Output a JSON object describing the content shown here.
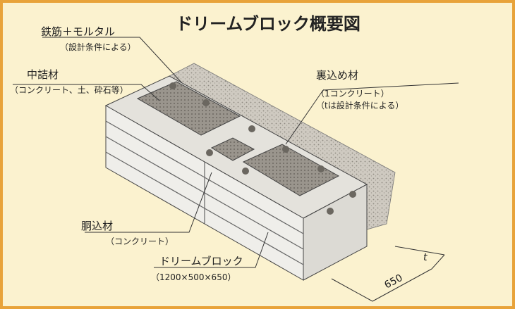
{
  "title": "ドリームブロック概要図",
  "labels": {
    "rebar": {
      "name": "鉄筋＋モルタル",
      "note": "（設計条件による）"
    },
    "infill": {
      "name": "中詰材",
      "note": "（コンクリート、土、砕石等）"
    },
    "backfill": {
      "name": "裏込め材",
      "note": "（1コンクリート）",
      "note2": "（tは設計条件による）"
    },
    "core": {
      "name": "胴込材",
      "note": "（コンクリート）"
    },
    "block": {
      "name": "ドリームブロック",
      "note": "（1200×500×650）"
    }
  },
  "dimensions": {
    "depth": "650",
    "thickness": "t"
  },
  "colors": {
    "background": "#fbf2cf",
    "frame": "#e8a33a",
    "block": "#efeeea",
    "gravel": "#c9c4bb",
    "line": "#333333"
  }
}
